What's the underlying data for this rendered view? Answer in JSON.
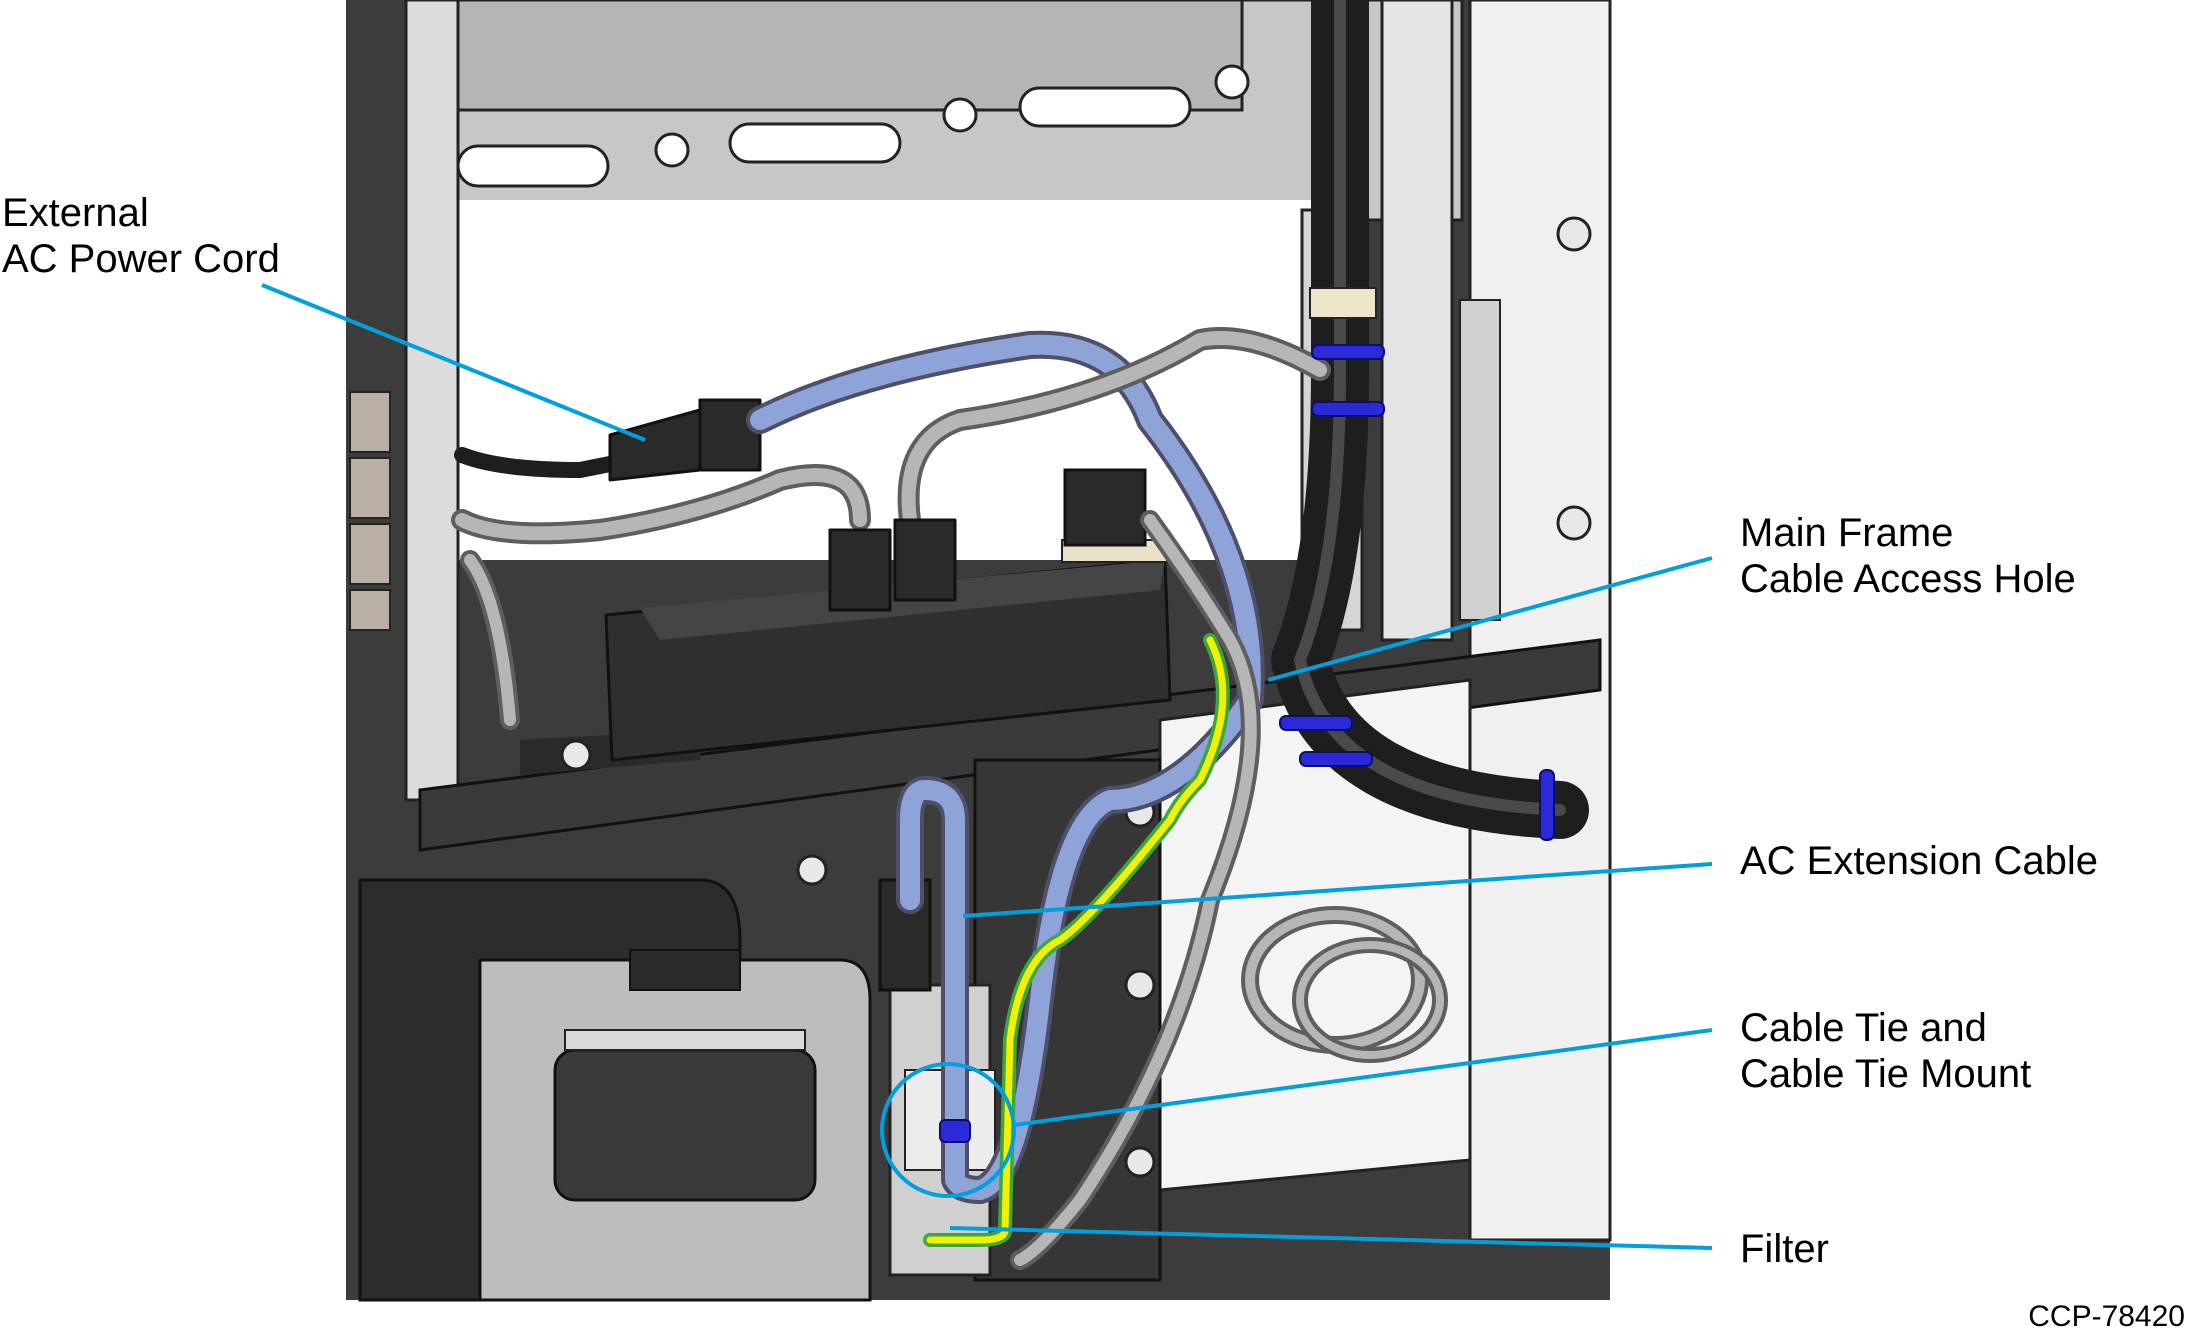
{
  "figure_id": "CCP-78420",
  "callouts": {
    "ext_power": {
      "line1": "External",
      "line2": "AC Power Cord"
    },
    "access_hole": {
      "line1": "Main Frame",
      "line2": "Cable Access Hole"
    },
    "extension": {
      "line1": "AC Extension Cable"
    },
    "cable_tie": {
      "line1": "Cable Tie and",
      "line2": "Cable Tie Mount"
    },
    "filter": {
      "line1": "Filter"
    }
  },
  "colors": {
    "leader_line": "#00a0dc",
    "blue_cable": "#7f96cc",
    "gray_cable": "#9a9a9a",
    "black_cable": "#2a2a2a",
    "ground_wire_yellow": "#e8e800",
    "ground_wire_green": "#3ea63e",
    "cable_tie": "#2a2ad8",
    "frame_dark": "#3a3a3a",
    "panel_light": "#d8d8d8"
  }
}
